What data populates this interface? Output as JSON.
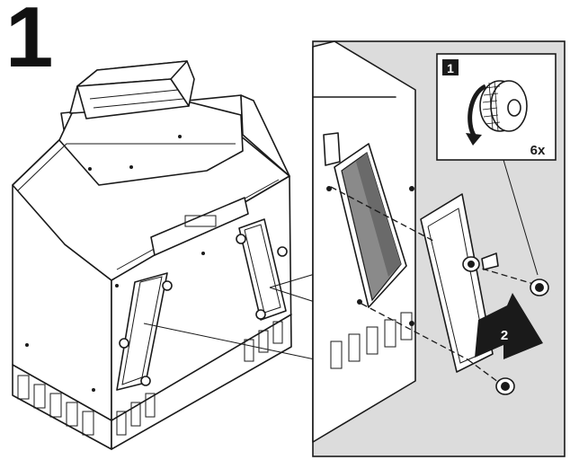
{
  "step": {
    "number": "1"
  },
  "detail": {
    "substep_badge": "1",
    "rotation_count": "6x",
    "arrow_label": "2"
  },
  "colors": {
    "detail_background": "#dcdcdc",
    "filter": "#8a8a8a",
    "ink": "#1a1a1a"
  },
  "icons": [
    "knurled-knob-icon",
    "rotation-arrow-icon",
    "pull-arrow-icon"
  ]
}
